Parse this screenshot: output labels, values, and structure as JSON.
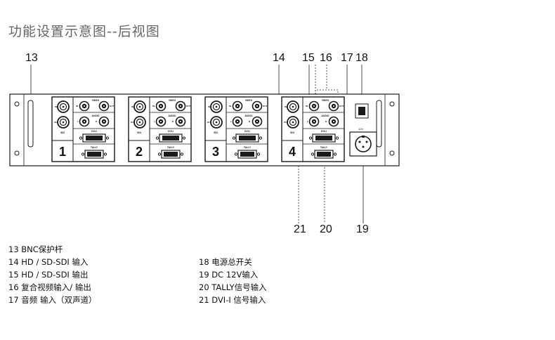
{
  "title": "功能设置示意图--后视图",
  "callouts": {
    "c13": "13",
    "c14": "14",
    "c15": "15",
    "c16": "16",
    "c17": "17",
    "c18": "18",
    "c19": "19",
    "c20": "20",
    "c21": "21"
  },
  "modules": [
    {
      "number": "1"
    },
    {
      "number": "2"
    },
    {
      "number": "3"
    },
    {
      "number": "4"
    }
  ],
  "panel_labels": {
    "video": "VIDEO",
    "audio": "AUDIO",
    "dvi": "DVI-I",
    "tally": "TALLY",
    "in": "IN",
    "out": "OUT",
    "sdi": "SDI",
    "l": "L",
    "r": "R",
    "power": "12V"
  },
  "legend_left": [
    "13 BNC保护杆",
    "14 HD / SD-SDI 输入",
    "15 HD / SD-SDI 输出",
    "16 复合视频输入/ 输出",
    "17 音频 输入（双声道）"
  ],
  "legend_right": [
    "18 电源总开关",
    "19 DC 12V输入",
    "20 TALLY信号输入",
    "21 DVI-I 信号输入"
  ],
  "colors": {
    "outline": "#1a1a1a",
    "title": "#666666",
    "panel_fill": "#ffffff"
  }
}
